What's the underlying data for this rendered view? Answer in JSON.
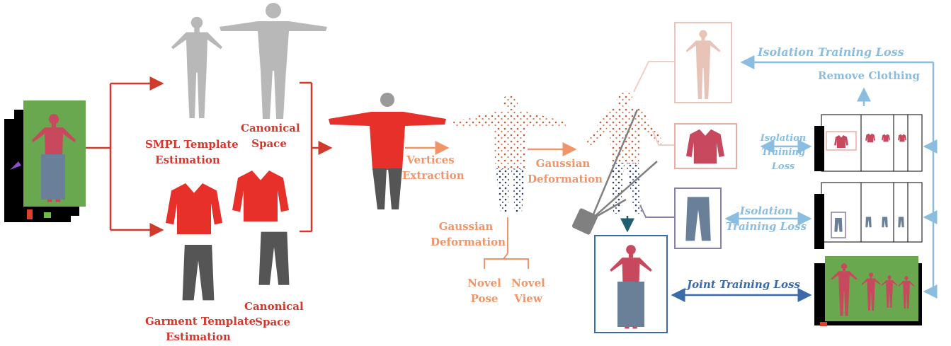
{
  "labels": {
    "smpl_template": [
      "SMPL Template",
      "Estimation"
    ],
    "canonical_space_top": [
      "Canonical",
      "Space"
    ],
    "garment_template": [
      "Garment Template",
      "Estimation"
    ],
    "canonical_space_bottom": [
      "Canonical",
      "Space"
    ],
    "vertices_extraction": [
      "Vertices",
      "Extraction"
    ],
    "gaussian_deformation_mid": [
      "Gaussian",
      "Deformation"
    ],
    "gaussian_deformation_right": [
      "Gaussian",
      "Deformation"
    ],
    "novel_pose": [
      "Novel",
      "Pose"
    ],
    "novel_view": [
      "Novel",
      "View"
    ],
    "isolation_training_loss_top": "Isolation Training Loss",
    "remove_clothing": "Remove Clothing",
    "isolation_training_loss_shirt": [
      "Isolation",
      "Training",
      "Loss"
    ],
    "isolation_training_loss_pants": [
      "Isolation",
      "Training Loss"
    ],
    "joint_training_loss": "Joint Training Loss"
  },
  "colors": {
    "stage1_red": "#d0392b",
    "stage2_orange": "#f0956a",
    "isolation_blue": "#8bbde0",
    "joint_blue": "#3a6aaa",
    "greenscreen": "#6aa84f",
    "shirt_red": "#e8302a",
    "shirt_pink": "#c8485e",
    "pants_gray": "#555555",
    "jeans_blue": "#6a7f98",
    "mesh_gray": "#b8b8b8",
    "skin_box_border": "#e8c4bc",
    "pants_box_border": "#8a7fa8",
    "recon_box_border": "#3a6aaa"
  },
  "icons": [
    "input-video-frames",
    "smpl-mesh",
    "canonical-mesh",
    "shirt-mesh",
    "pants-mesh",
    "clothed-avatar",
    "gaussian-point-cloud",
    "camera-icon"
  ]
}
